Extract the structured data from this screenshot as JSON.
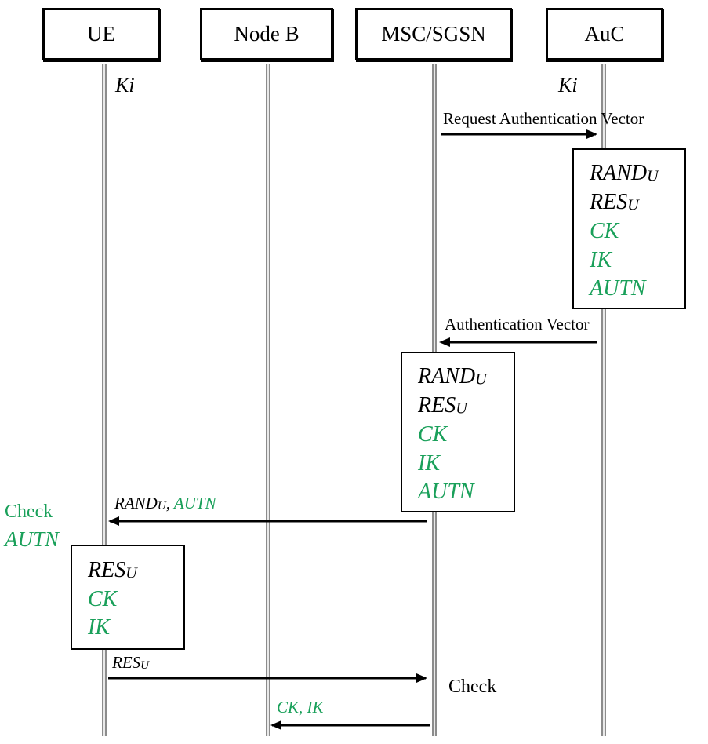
{
  "actors": {
    "ue": "UE",
    "nodeb": "Node B",
    "msc": "MSC/SGSN",
    "auc": "AuC"
  },
  "keys": {
    "ue_key": "Ki",
    "auc_key": "Ki"
  },
  "auc_box": {
    "rand": "RAND",
    "rand_sub": "U",
    "res": "RES",
    "res_sub": "U",
    "ck": "CK",
    "ik": "IK",
    "autn": "AUTN"
  },
  "msc_box": {
    "rand": "RAND",
    "rand_sub": "U",
    "res": "RES",
    "res_sub": "U",
    "ck": "CK",
    "ik": "IK",
    "autn": "AUTN"
  },
  "ue_box": {
    "res": "RES",
    "res_sub": "U",
    "ck": "CK",
    "ik": "IK"
  },
  "messages": {
    "request_vector": "Request Authentication Vector",
    "auth_vector": "Authentication Vector",
    "rand_autn_part1": "RAND",
    "rand_autn_sub": "U",
    "rand_autn_sep": ", ",
    "rand_autn_part2": "AUTN",
    "res_msg": "RES",
    "res_msg_sub": "U",
    "ck_ik": "CK, IK"
  },
  "notes": {
    "check_autn_line1": "Check",
    "check_autn_line2": "AUTN",
    "check": "Check"
  },
  "colors": {
    "green": "#1aa05a",
    "lifeline": "#8c8c8c"
  }
}
